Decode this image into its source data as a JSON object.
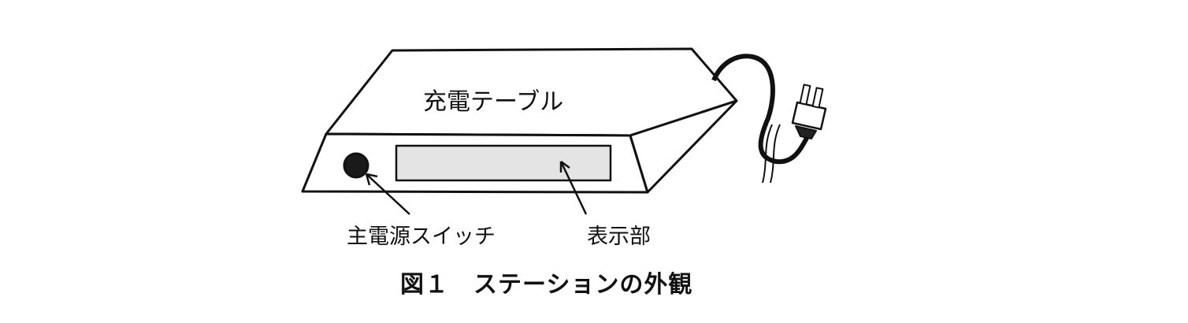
{
  "figure": {
    "top_label": "充電テーブル",
    "switch_label": "主電源スイッチ",
    "display_label": "表示部",
    "caption": "図１　ステーションの外観"
  }
}
